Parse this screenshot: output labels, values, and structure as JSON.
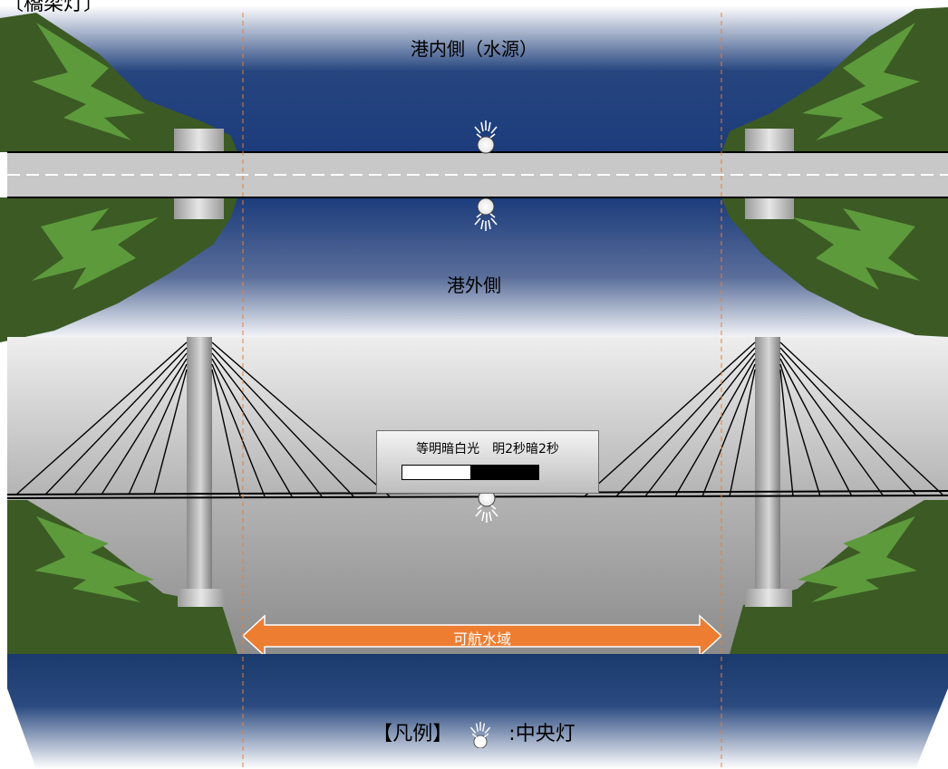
{
  "title": "〔橋梁灯〕",
  "labels": {
    "inner_side": "港内側（水源）",
    "outer_side": "港外側",
    "navigable_waters": "可航水域"
  },
  "light_characteristic": {
    "text": "等明暗白光　明2秒暗2秒",
    "light_seconds": 2,
    "dark_seconds": 2
  },
  "legend": {
    "prefix": "【凡例】",
    "item_label": ":中央灯",
    "icon": "center-light-icon"
  },
  "colors": {
    "water": "#1e3f80",
    "land": "#3c5a24",
    "foliage": "#5d9a3c",
    "arrow": "#ed7d31",
    "guide_line": "#ed7d31"
  }
}
